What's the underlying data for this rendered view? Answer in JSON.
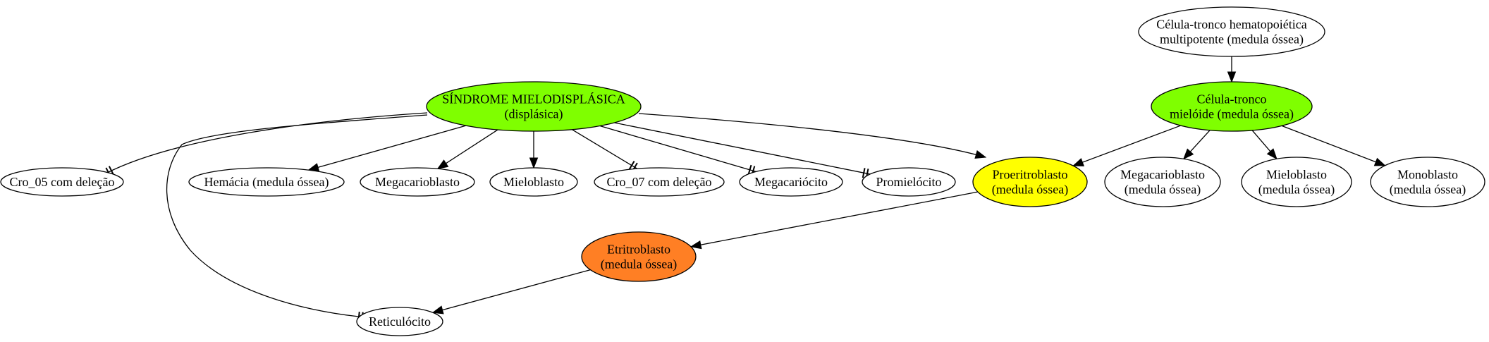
{
  "colors": {
    "default_fill": "#ffffff",
    "green": "#7fff00",
    "yellow": "#ffff00",
    "orange": "#ff7f24"
  },
  "nodes": [
    {
      "id": "multipotente",
      "fill": "default_fill",
      "lines": [
        "Célula-tronco hematopoiética",
        "multipotente (medula óssea)"
      ]
    },
    {
      "id": "mieloide",
      "fill": "green",
      "lines": [
        "Célula-tronco",
        "mielóide (medula óssea)"
      ]
    },
    {
      "id": "sindrome",
      "fill": "green",
      "lines": [
        "SÍNDROME MIELODISPLÁSICA",
        "(displásica)"
      ]
    },
    {
      "id": "cro05",
      "fill": "default_fill",
      "lines": [
        "Cro_05 com deleção"
      ]
    },
    {
      "id": "hemacia",
      "fill": "default_fill",
      "lines": [
        "Hemácia (medula óssea)"
      ]
    },
    {
      "id": "megacarioblasto1",
      "fill": "default_fill",
      "lines": [
        "Megacarioblasto"
      ]
    },
    {
      "id": "mieloblasto1",
      "fill": "default_fill",
      "lines": [
        "Mieloblasto"
      ]
    },
    {
      "id": "cro07",
      "fill": "default_fill",
      "lines": [
        "Cro_07 com deleção"
      ]
    },
    {
      "id": "megacariocito",
      "fill": "default_fill",
      "lines": [
        "Megacariócito"
      ]
    },
    {
      "id": "promielocito",
      "fill": "default_fill",
      "lines": [
        "Promielócito"
      ]
    },
    {
      "id": "proeritroblasto",
      "fill": "yellow",
      "lines": [
        "Proeritroblasto",
        "(medula óssea)"
      ]
    },
    {
      "id": "megacarioblasto2",
      "fill": "default_fill",
      "lines": [
        "Megacarioblasto",
        "(medula óssea)"
      ]
    },
    {
      "id": "mieloblasto2",
      "fill": "default_fill",
      "lines": [
        "Mieloblasto",
        "(medula óssea)"
      ]
    },
    {
      "id": "monoblasto",
      "fill": "default_fill",
      "lines": [
        "Monoblasto",
        "(medula óssea)"
      ]
    },
    {
      "id": "eritroblasto",
      "fill": "orange",
      "lines": [
        "Etritroblasto",
        "(medula óssea)"
      ]
    },
    {
      "id": "reticulocito",
      "fill": "default_fill",
      "lines": [
        "Reticulócito"
      ]
    }
  ],
  "edges": [
    {
      "from": "multipotente",
      "to": "mieloide",
      "head": "arrow"
    },
    {
      "from": "sindrome",
      "to": "cro05",
      "head": "tee"
    },
    {
      "from": "sindrome",
      "to": "hemacia",
      "head": "arrow"
    },
    {
      "from": "sindrome",
      "to": "megacarioblasto1",
      "head": "arrow"
    },
    {
      "from": "sindrome",
      "to": "mieloblasto1",
      "head": "arrow"
    },
    {
      "from": "sindrome",
      "to": "cro07",
      "head": "tee"
    },
    {
      "from": "sindrome",
      "to": "megacariocito",
      "head": "tee"
    },
    {
      "from": "sindrome",
      "to": "promielocito",
      "head": "tee"
    },
    {
      "from": "sindrome",
      "to": "proeritroblasto",
      "head": "arrow"
    },
    {
      "from": "sindrome",
      "to": "reticulocito",
      "head": "tee"
    },
    {
      "from": "mieloide",
      "to": "proeritroblasto",
      "head": "arrow"
    },
    {
      "from": "mieloide",
      "to": "megacarioblasto2",
      "head": "arrow"
    },
    {
      "from": "mieloide",
      "to": "mieloblasto2",
      "head": "arrow"
    },
    {
      "from": "mieloide",
      "to": "monoblasto",
      "head": "arrow"
    },
    {
      "from": "proeritroblasto",
      "to": "eritroblasto",
      "head": "arrow"
    },
    {
      "from": "eritroblasto",
      "to": "reticulocito",
      "head": "arrow"
    }
  ]
}
